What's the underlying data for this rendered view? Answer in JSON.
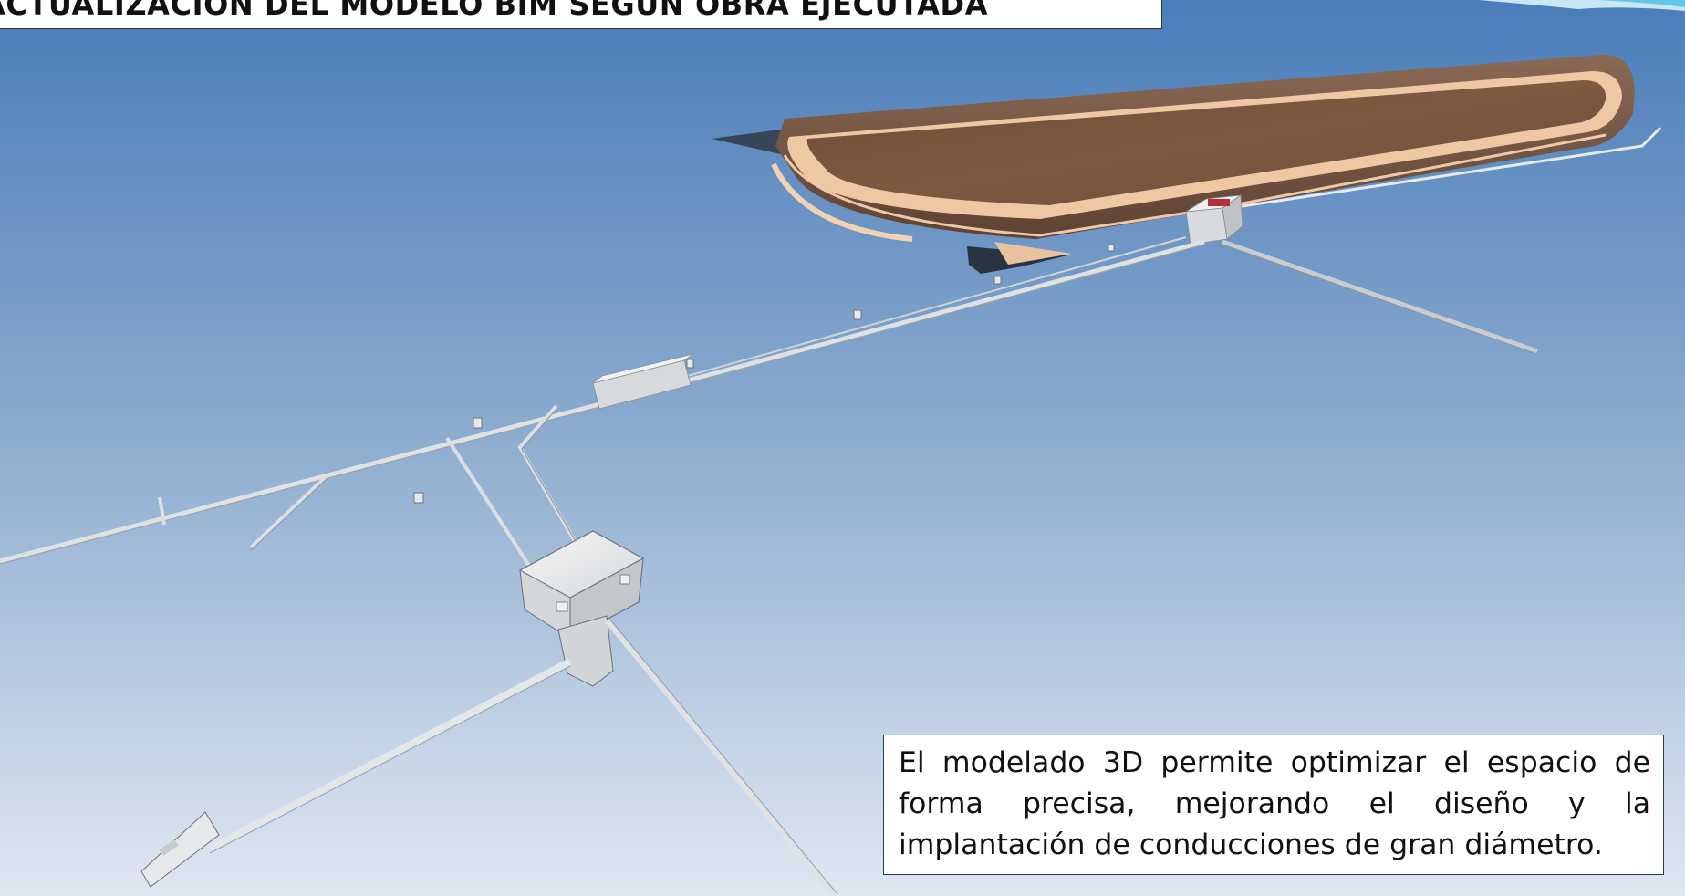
{
  "slide": {
    "title": "ACTUALIZACIÓN DEL MODELO BIM SEGÚN OBRA EJECUTADA",
    "caption": "El modelado 3D permite optimizar el espacio de forma precisa, mejorando el diseño y la implantación de conducciones de gran diámetro."
  },
  "colors": {
    "sky_top": "#4a7fb8",
    "sky_bottom": "#dde6f1",
    "reservoir_fill": "#7a5640",
    "reservoir_rim": "#f2c9a8",
    "pipe": "#d9dcdf",
    "building": "#e4e6e8",
    "accent_cyan": "#64c7e8"
  },
  "icons": {
    "model_view": "bim-3d-model-render"
  }
}
